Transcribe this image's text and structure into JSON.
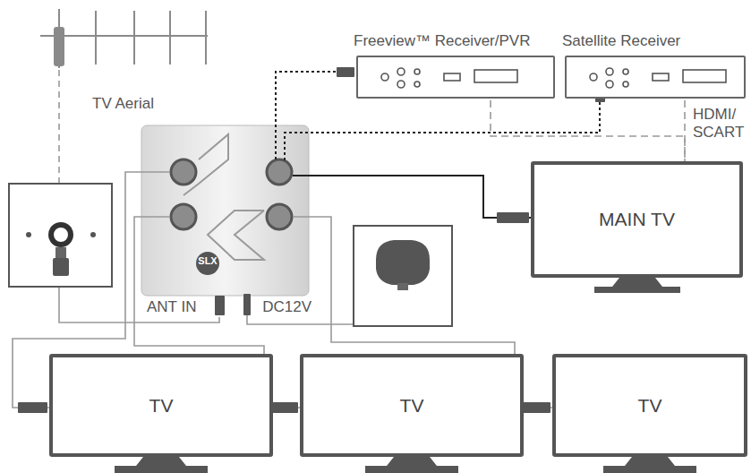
{
  "diagram": {
    "nodes": [
      {
        "text": [
          "TV Aerial"
        ]
      },
      {
        "text": [
          "Freeview™ Receiver/PVR"
        ]
      },
      {
        "text": [
          "Satellite Receiver"
        ]
      },
      {
        "text": [
          "ANT IN",
          "DC12V"
        ]
      },
      {
        "text": [
          "MAIN TV"
        ]
      },
      {
        "text": [
          "TV"
        ]
      },
      {
        "text": [
          "TV"
        ]
      },
      {
        "text": [
          "TV"
        ]
      }
    ],
    "edges": [
      {
        "from": 0,
        "to": 3,
        "arrow": "none"
      },
      {
        "from": 3,
        "to": 1,
        "arrow": "none"
      },
      {
        "from": 3,
        "to": 2,
        "arrow": "none"
      },
      {
        "from": 3,
        "to": 4,
        "arrow": "none"
      },
      {
        "from": 1,
        "to": 4,
        "arrow": "none"
      },
      {
        "from": 2,
        "to": 4,
        "arrow": "none"
      },
      {
        "from": 3,
        "to": 5,
        "arrow": "none"
      },
      {
        "from": 3,
        "to": 6,
        "arrow": "none"
      },
      {
        "from": 3,
        "to": 7,
        "arrow": "none"
      }
    ],
    "labels": [
      "HDMI/ SCART",
      "SLX"
    ]
  }
}
